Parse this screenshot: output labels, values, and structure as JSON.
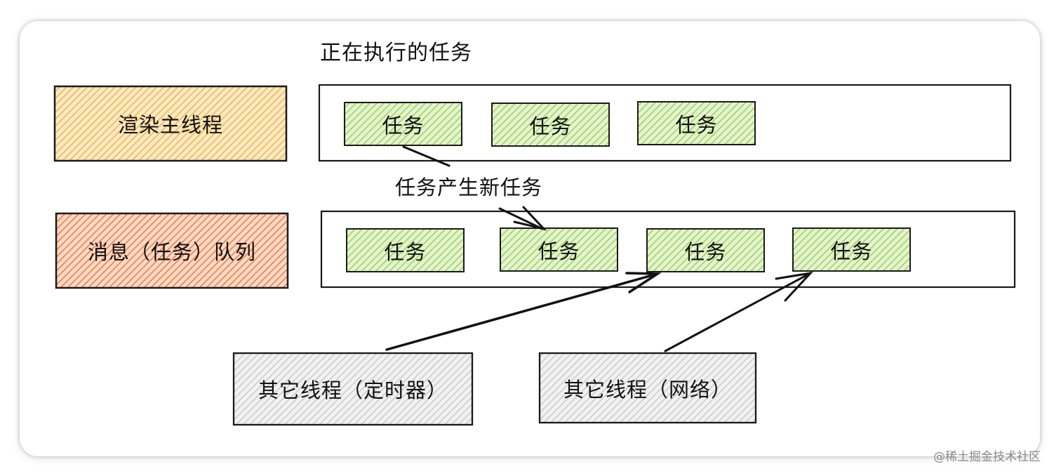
{
  "labels": {
    "running_title": "正在执行的任务",
    "render_thread": "渲染主线程",
    "message_queue": "消息（任务）队列",
    "task": "任务",
    "task_spawns": "任务产生新任务",
    "timer_thread": "其它线程（定时器）",
    "network_thread": "其它线程（网络）"
  },
  "watermark": "@稀土掘金技术社区",
  "colors": {
    "render_fill": "#f2c36b",
    "queue_fill": "#f08a4d",
    "task_fill": "#9fd65a",
    "other_fill": "#c8c8c8",
    "stroke": "#1a1a1a"
  }
}
